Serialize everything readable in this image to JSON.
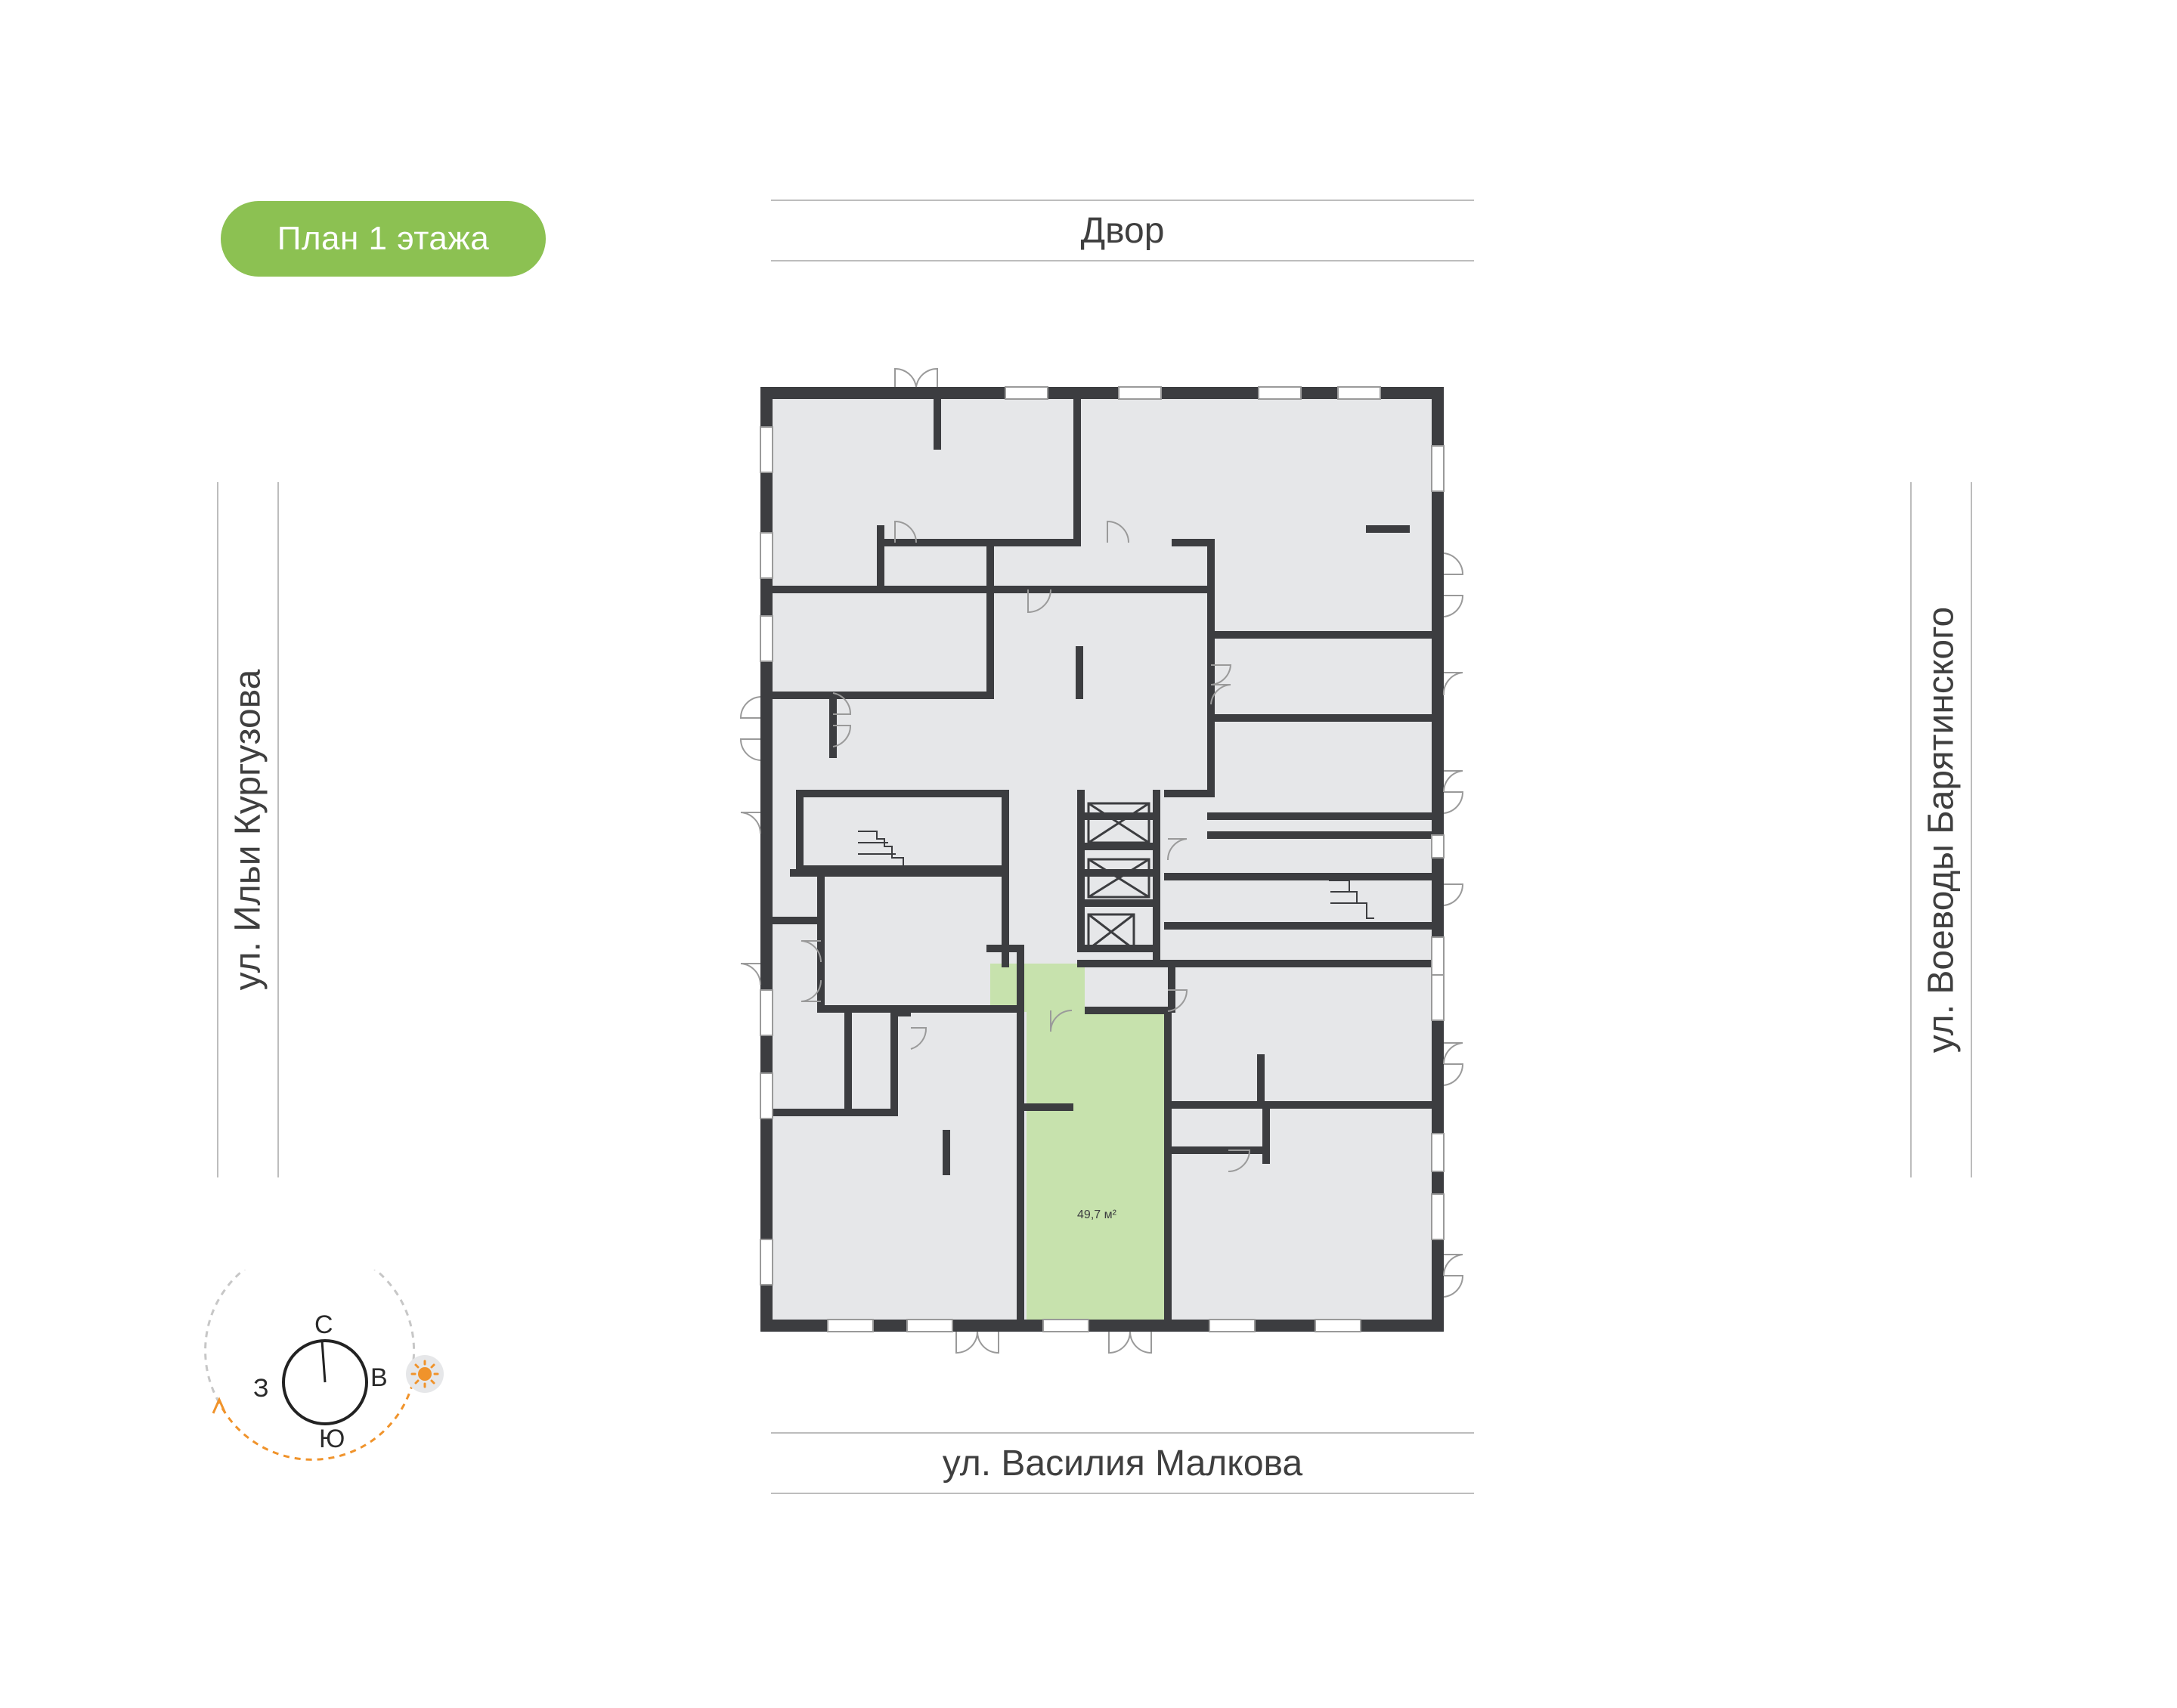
{
  "plan": {
    "title": "План 1 этажа",
    "highlight_area": "49,7 м²"
  },
  "streets": {
    "top": "Двор",
    "bottom": "ул. Василия Малкова",
    "left": "ул. Ильи Кургузова",
    "right": "ул. Воеводы Барятинского"
  },
  "compass": {
    "north": "С",
    "east": "В",
    "south": "Ю",
    "west": "З",
    "sun_icon": "sun-icon"
  },
  "colors": {
    "accent": "#8cc152",
    "highlight_fill": "#c7e2ad",
    "room_fill": "#e6e7e9",
    "wall": "#3c3d40",
    "sun": "#f0932b"
  }
}
